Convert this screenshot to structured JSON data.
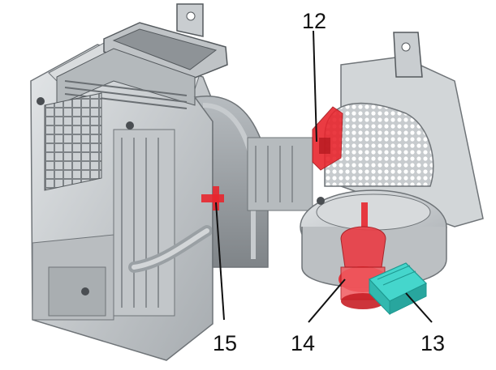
{
  "callouts": [
    {
      "id": "c12",
      "label": "12"
    },
    {
      "id": "c13",
      "label": "13"
    },
    {
      "id": "c14",
      "label": "14"
    },
    {
      "id": "c15",
      "label": "15"
    }
  ],
  "colors": {
    "housing": "#c9cdd0",
    "housing_dark": "#9ea3a7",
    "highlight_red": "#e8262e",
    "highlight_cyan": "#45d6cc",
    "leader": "#111111"
  }
}
